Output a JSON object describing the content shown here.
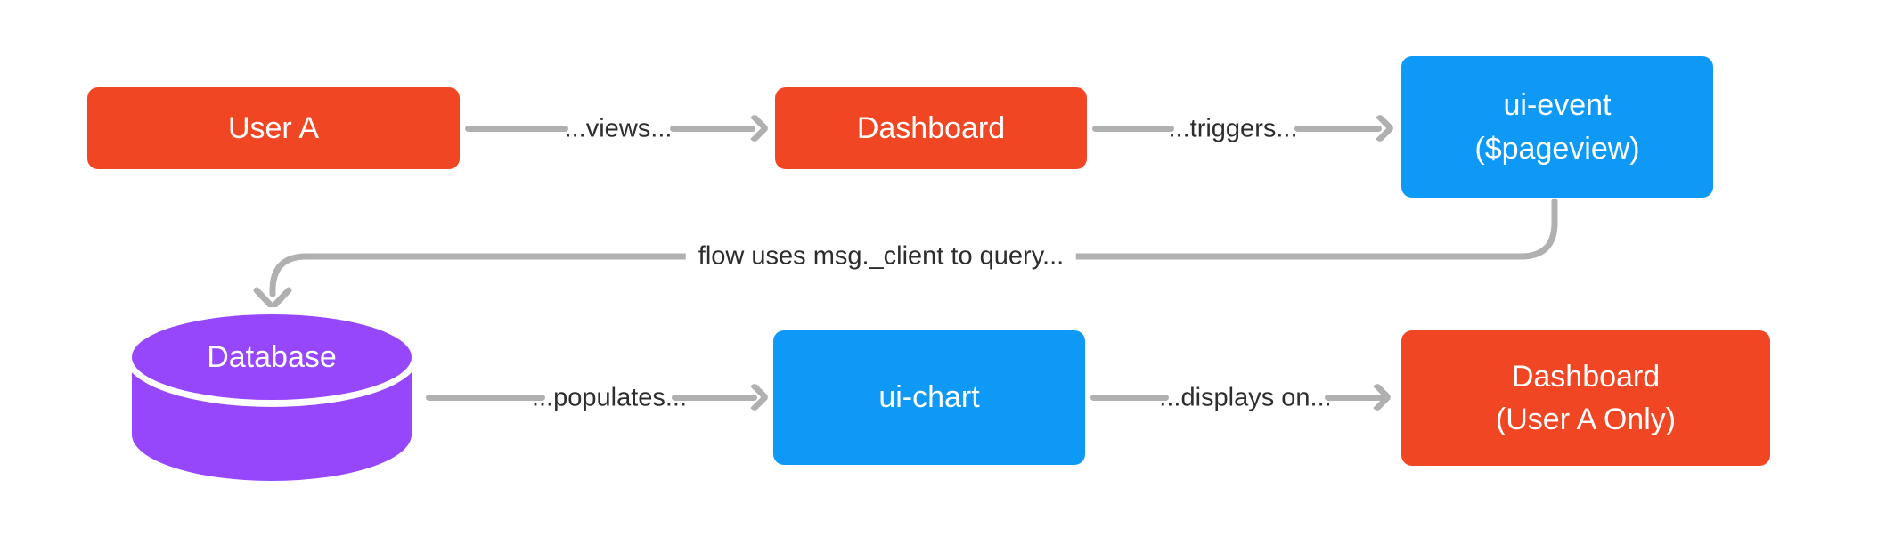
{
  "diagram": {
    "title": "",
    "nodes": {
      "user_a": {
        "label": "User A",
        "shape": "rect",
        "color": "#F04623"
      },
      "dashboard": {
        "label": "Dashboard",
        "shape": "rect",
        "color": "#F04623"
      },
      "ui_event": {
        "line1": "ui-event",
        "line2": "($pageview)",
        "shape": "rect",
        "color": "#0F99F6"
      },
      "database": {
        "label": "Database",
        "shape": "cylinder",
        "color": "#9747FB"
      },
      "ui_chart": {
        "label": "ui-chart",
        "shape": "rect",
        "color": "#0F99F6"
      },
      "dashboard_user_a": {
        "line1": "Dashboard",
        "line2": "(User A Only)",
        "shape": "rect",
        "color": "#F04623"
      }
    },
    "edges": {
      "views": {
        "from": "user_a",
        "to": "dashboard",
        "label": "...views..."
      },
      "triggers": {
        "from": "dashboard",
        "to": "ui_event",
        "label": "...triggers..."
      },
      "query": {
        "from": "ui_event",
        "to": "database",
        "label": "flow uses msg._client to query..."
      },
      "populates": {
        "from": "database",
        "to": "ui_chart",
        "label": "...populates..."
      },
      "displays_on": {
        "from": "ui_chart",
        "to": "dashboard_user_a",
        "label": "...displays on..."
      }
    }
  },
  "colors": {
    "node_orange": "#F04623",
    "node_blue": "#0F99F6",
    "node_purple": "#9747FB",
    "connector_gray": "#B0B0B0",
    "label_text": "#2D2D2D",
    "node_text": "#FFFFFF"
  }
}
